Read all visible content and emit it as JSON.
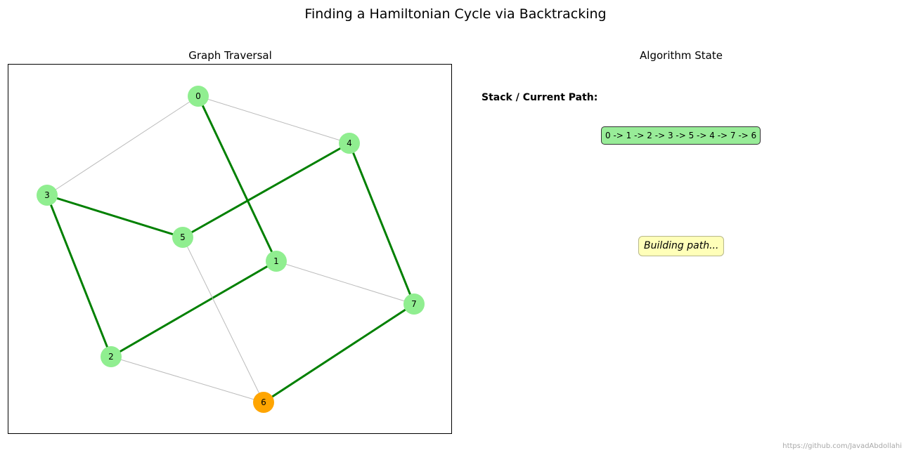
{
  "figure": {
    "title": "Finding a Hamiltonian Cycle via Backtracking",
    "credit": "https://github.com/JavadAbdollahi"
  },
  "graph_panel": {
    "title": "Graph Traversal"
  },
  "state_panel": {
    "title": "Algorithm State",
    "stack_label": "Stack / Current Path:",
    "path_text": "0 -> 1 -> 2 -> 3 -> 5 -> 4 -> 7 -> 6",
    "status_text": "Building path..."
  },
  "graph": {
    "nodes": [
      {
        "id": "0",
        "state": "visited"
      },
      {
        "id": "1",
        "state": "visited"
      },
      {
        "id": "2",
        "state": "visited"
      },
      {
        "id": "3",
        "state": "visited"
      },
      {
        "id": "4",
        "state": "visited"
      },
      {
        "id": "5",
        "state": "visited"
      },
      {
        "id": "6",
        "state": "current"
      },
      {
        "id": "7",
        "state": "visited"
      }
    ],
    "edges": [
      [
        "0",
        "1"
      ],
      [
        "0",
        "3"
      ],
      [
        "0",
        "4"
      ],
      [
        "1",
        "2"
      ],
      [
        "1",
        "7"
      ],
      [
        "2",
        "3"
      ],
      [
        "2",
        "6"
      ],
      [
        "3",
        "5"
      ],
      [
        "4",
        "5"
      ],
      [
        "4",
        "7"
      ],
      [
        "5",
        "6"
      ],
      [
        "6",
        "7"
      ]
    ],
    "path": [
      "0",
      "1",
      "2",
      "3",
      "5",
      "4",
      "7",
      "6"
    ]
  },
  "colors": {
    "visited_node": "#90ee90",
    "current_node": "#ffa500",
    "path_edge": "#008000",
    "other_edge": "#bbbbbb",
    "path_box": "#98ec98",
    "status_box": "#ffffb9"
  }
}
